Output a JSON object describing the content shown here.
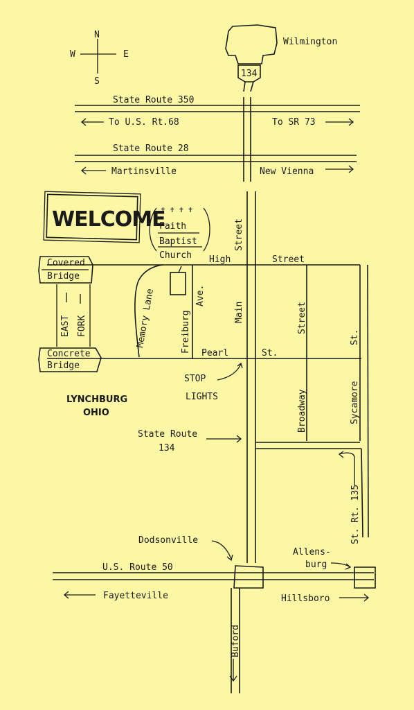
{
  "compass": {
    "n": "N",
    "s": "S",
    "e": "E",
    "w": "W"
  },
  "towns": {
    "wilmington": "Wilmington",
    "dodsonville": "Dodsonville",
    "allensburg_1": "Allens-",
    "allensburg_2": "burg",
    "lynchburg": "LYNCHBURG",
    "ohio": "OHIO"
  },
  "routes": {
    "shield_134": "134",
    "sr350": "State Route 350",
    "to_us68": "To U.S. Rt.68",
    "to_sr73": "To SR 73",
    "sr28": "State Route 28",
    "martinsville": "Martinsville",
    "new_vienna": "New Vienna",
    "sr134_1": "State Route",
    "sr134_2": "134",
    "us50": "U.S. Route 50",
    "fayetteville": "Fayetteville",
    "hillsboro": "Hillsboro",
    "buford": "Buford",
    "st_rt_135": "St. Rt. 135"
  },
  "streets": {
    "main_street_1": "Street",
    "main_street_2": "Main",
    "high": "High",
    "high_street": "Street",
    "memory_lane": "Memory Lane",
    "freiburg": "Freiburg",
    "freiburg_ave": "Ave.",
    "pearl": "Pearl",
    "pearl_st": "St.",
    "broadway_street": "Street",
    "broadway": "Broadway",
    "sycamore_st": "St.",
    "sycamore": "Sycamore"
  },
  "landmarks": {
    "welcome": "WELCOME",
    "church_1": "Faith",
    "church_2": "Baptist",
    "church_3": "Church",
    "covered_1": "Covered",
    "covered_2": "Bridge",
    "concrete_1": "Concrete",
    "concrete_2": "Bridge",
    "east": "EAST",
    "fork": "FORK",
    "stop_1": "STOP",
    "stop_2": "LIGHTS"
  }
}
